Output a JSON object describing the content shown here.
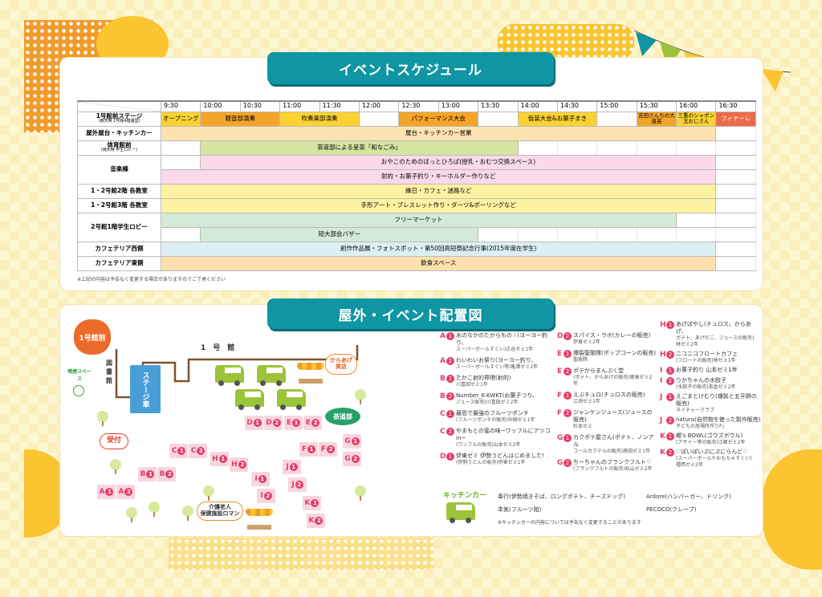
{
  "schedule": {
    "title": "イベントスケジュール",
    "times": [
      "9:30",
      "10:00",
      "10:30",
      "11:00",
      "11:30",
      "12:00",
      "12:30",
      "13:00",
      "13:30",
      "14:00",
      "14:30",
      "15:00",
      "15:30",
      "16:00",
      "16:30"
    ],
    "rows": [
      {
        "label": "1号館前ステージ",
        "sublabel": "(雨天時 1号館4階講堂)",
        "lines": [
          [
            {
              "text": "オープニング",
              "start": 0,
              "span": 1,
              "color": "#fcd233"
            },
            {
              "text": "軽音部演奏",
              "start": 1,
              "span": 2,
              "color": "#f5a42a"
            },
            {
              "text": "吹奏楽部演奏",
              "start": 3,
              "span": 2,
              "color": "#fcd233"
            },
            {
              "text": "",
              "start": 5,
              "span": 1,
              "color": ""
            },
            {
              "text": "パフォーマンス大会",
              "start": 6,
              "span": 2,
              "color": "#f5a42a"
            },
            {
              "text": "",
              "start": 8,
              "span": 1,
              "color": ""
            },
            {
              "text": "仮装大会&お菓子まき",
              "start": 9,
              "span": 2,
              "color": "#fcd233"
            },
            {
              "text": "",
              "start": 11,
              "span": 1,
              "color": ""
            },
            {
              "text": "吉田さんちの大道芸",
              "start": 12,
              "span": 1,
              "color": "#f5a42a"
            },
            {
              "text": "三重のシャボン玉おじさん",
              "start": 13,
              "span": 1,
              "color": "#fcd233"
            },
            {
              "text": "フィナーレ",
              "start": 14,
              "span": 1,
              "color": "#ec6a4a"
            }
          ]
        ]
      },
      {
        "label": "屋外屋台・キッチンカー",
        "sublabel": "",
        "lines": [
          [
            {
              "text": "屋台・キッチンカー営業",
              "start": 0,
              "span": 14,
              "color": "#fde3b0"
            }
          ]
        ]
      },
      {
        "label": "体育館前",
        "sublabel": "(雨天時 学生ロビー)",
        "lines": [
          [
            {
              "text": "",
              "start": 0,
              "span": 1,
              "color": ""
            },
            {
              "text": "茶道部による呈茶「和なごみ」",
              "start": 1,
              "span": 8,
              "color": "#d3e5a0"
            }
          ]
        ]
      },
      {
        "label": "音楽棟",
        "sublabel": "",
        "lines": [
          [
            {
              "text": "",
              "start": 0,
              "span": 1,
              "color": ""
            },
            {
              "text": "おやこのためのほっとひろば(授乳・おむつ交換スペース)",
              "start": 1,
              "span": 13,
              "color": "#f9d9ea"
            }
          ],
          [
            {
              "text": "射的・お菓子釣り・キーホルダー作りなど",
              "start": 0,
              "span": 14,
              "color": "#f9d9ea"
            }
          ]
        ]
      },
      {
        "label": "1・2号館2階 各教室",
        "sublabel": "",
        "lines": [
          [
            {
              "text": "縁日・カフェ・迷路など",
              "start": 0,
              "span": 14,
              "color": "#fdf2a0"
            }
          ]
        ]
      },
      {
        "label": "1・2号館3階 各教室",
        "sublabel": "",
        "lines": [
          [
            {
              "text": "手形アート・ブレスレット作り・ダーツ&ボーリングなど",
              "start": 0,
              "span": 14,
              "color": "#fdf2a0"
            }
          ]
        ]
      },
      {
        "label": "2号館1階学生ロビー",
        "sublabel": "",
        "lines": [
          [
            {
              "text": "フリーマーケット",
              "start": 0,
              "span": 13,
              "color": "#d2ead6"
            }
          ],
          [
            {
              "text": "",
              "start": 0,
              "span": 1,
              "color": ""
            },
            {
              "text": "短大部会バザー",
              "start": 1,
              "span": 7,
              "color": "#d2ead6"
            }
          ]
        ]
      },
      {
        "label": "カフェテリア西側",
        "sublabel": "",
        "lines": [
          [
            {
              "text": "創作作品展・フォトスポット・第50回高短祭記念行事(2015年度在学生)",
              "start": 0,
              "span": 14,
              "color": "#dcf0f3"
            }
          ]
        ]
      },
      {
        "label": "カフェテリア東側",
        "sublabel": "",
        "lines": [
          [
            {
              "text": "飲食スペース",
              "start": 0,
              "span": 14,
              "color": "#fde0ad"
            }
          ]
        ]
      }
    ],
    "note": "※上記の内容は予告なく変更する場合がありますのでご了承ください"
  },
  "map": {
    "title": "屋外・イベント配置図",
    "front_badge": "1号館前",
    "building": "1　号　館",
    "library": "図書館",
    "stage_car": "ステージ車",
    "smoking": "喫煙スペース",
    "reception": "受付",
    "tea": "茶道部",
    "karaage": "からあげ\n笑店",
    "roman": "介護老人\n保健施設ロマン",
    "markers": [
      "A1",
      "A2",
      "B1",
      "B2",
      "C1",
      "C2",
      "D1",
      "D2",
      "E1",
      "E2",
      "F1",
      "F2",
      "G1",
      "G2",
      "H1",
      "H2",
      "I1",
      "I2",
      "J1",
      "J2",
      "K1",
      "K2"
    ]
  },
  "legend": [
    {
      "code": "A",
      "num": "1",
      "name": "水のなかのたからもの☆(ヨーヨー釣り、",
      "sub": "スーパーボールすくい)古谷ゼミ1年"
    },
    {
      "code": "A",
      "num": "2",
      "name": "わいわいお祭り(ヨーヨー釣り、",
      "sub": "スーパーボールすくい等)亀澤ゼミ2年"
    },
    {
      "code": "B",
      "num": "1",
      "name": "たかこ射的界隈(射的)",
      "sub": "川喜田ゼミ1年"
    },
    {
      "code": "B",
      "num": "2",
      "name": "Number_K-KWKT(お菓子つり、",
      "sub": "ジュース販売)川喜田ゼミ2年"
    },
    {
      "code": "C",
      "num": "1",
      "name": "最恐で最強のフルーツポンチ",
      "sub": "(フルーツポンチの販売)中嶋ゼミ1年"
    },
    {
      "code": "C",
      "num": "2",
      "name": "やまもとの蜜の味~ワッフルにアツコin~",
      "sub": "(ワッフルの販売)山本ゼミ2年"
    },
    {
      "code": "D",
      "num": "1",
      "name": "伊東ゼミ 伊勢うどんはじめました!",
      "sub": "(伊勢うどんの販売)伊東ゼミ1年"
    },
    {
      "code": "D",
      "num": "2",
      "name": "スパイス・ラボ(カレーの販売)",
      "sub": "伊東ゼミ2年"
    },
    {
      "code": "E",
      "num": "1",
      "name": "爆裂聖歌隊(ポップコーンの販売)",
      "sub": "聖歌隊"
    },
    {
      "code": "E",
      "num": "2",
      "name": "ポテからまんぷく堂",
      "sub": "(ポテト、からあげの販売)尾高ゼミ2年"
    },
    {
      "code": "F",
      "num": "1",
      "name": "えぶチュロ(チュロスの販売)",
      "sub": "江渕ゼミ1年"
    },
    {
      "code": "F",
      "num": "2",
      "name": "ジャンケンジュース(ジュースの販売)",
      "sub": "杉本ゼミ"
    },
    {
      "code": "G",
      "num": "1",
      "name": "カクポテ屋さん(ポテト、ノンアル",
      "sub": "コールカクテルの販売)髙田ゼミ1年"
    },
    {
      "code": "G",
      "num": "2",
      "name": "ちーちゃんのフランクフルト♡",
      "sub": "(フランクフルトの販売)松山ゼミ2年"
    },
    {
      "code": "H",
      "num": "1",
      "name": "あげぱやし(チュロス、からあげ、",
      "sub": "ポテト、あげだこ、ジュースの販売)\n林ゼミ2年"
    },
    {
      "code": "H",
      "num": "2",
      "name": "ニコニコフロートカフェ",
      "sub": "(フロートの販売)林ゼミ1年"
    },
    {
      "code": "I",
      "num": "1",
      "name": "お菓子釣り 山本ゼミ1年",
      "sub": ""
    },
    {
      "code": "I",
      "num": "2",
      "name": "りかちゃんの水餃子",
      "sub": "(水餃子の販売)長倉ゼミ2年"
    },
    {
      "code": "J",
      "num": "1",
      "name": "えごまとけむり(燻製と五平餅の販売)",
      "sub": "ネイチャークラブ"
    },
    {
      "code": "J",
      "num": "2",
      "name": "natura(自然物を使った製作販売)",
      "sub": "子どもの居場所作りP」"
    },
    {
      "code": "K",
      "num": "1",
      "name": "郷's BOWL(ゴウズボウル)",
      "sub": "(アサイー等の販売)江郷ゼミ2年"
    },
    {
      "code": "K",
      "num": "2",
      "name": "♡ぽいぽいぷにぷにらんど♡",
      "sub": "(スーパーボールやおもちゃすくい)\n禮西ゼミ2年"
    }
  ],
  "kitchen": {
    "label": "キッチンカー",
    "items": [
      "奉行(伊勢焼きそば、ロングポテト、チーズドッグ)",
      "Ardore(ハンバーガー、ドリンク)",
      "本気(フルーツ飴)",
      "PECOCO(クレープ)"
    ],
    "note": "※キッチンカーの内容については予告なく変更することがあります"
  }
}
